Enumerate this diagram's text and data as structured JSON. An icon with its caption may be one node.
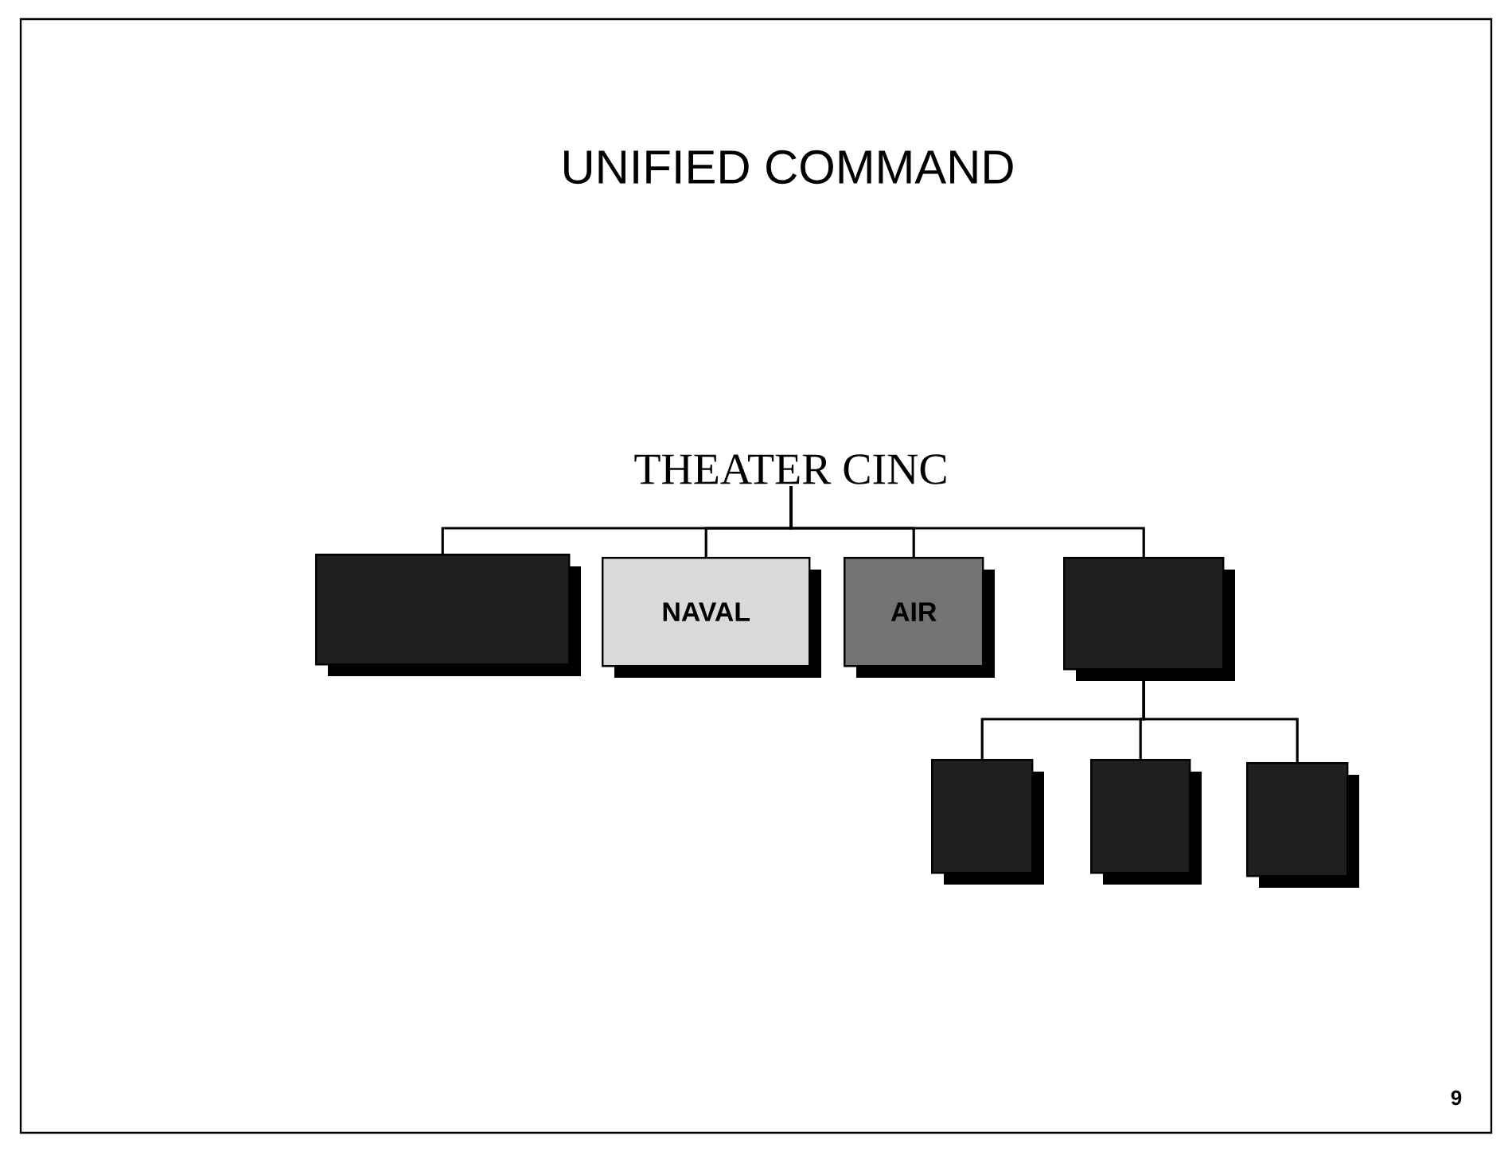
{
  "diagram": {
    "title": "UNIFIED COMMAND",
    "nodes": [
      {
        "text": [
          "THEATER CINC"
        ]
      },
      {
        "text": [],
        "shape": "box"
      },
      {
        "text": [
          "NAVAL"
        ]
      },
      {
        "text": [
          "AIR"
        ]
      },
      {
        "text": [],
        "shape": "box"
      },
      {
        "text": [],
        "shape": "box"
      },
      {
        "text": [],
        "shape": "box"
      },
      {
        "text": [],
        "shape": "box"
      }
    ],
    "edges": [
      {
        "from": 0,
        "to": 1,
        "arrow": "none"
      },
      {
        "from": 0,
        "to": 2,
        "arrow": "none"
      },
      {
        "from": 0,
        "to": 3,
        "arrow": "none"
      },
      {
        "from": 0,
        "to": 4,
        "arrow": "none"
      },
      {
        "from": 4,
        "to": 5,
        "arrow": "none"
      },
      {
        "from": 4,
        "to": 6,
        "arrow": "none"
      },
      {
        "from": 4,
        "to": 7,
        "arrow": "none"
      }
    ],
    "labels": [
      "9"
    ]
  }
}
